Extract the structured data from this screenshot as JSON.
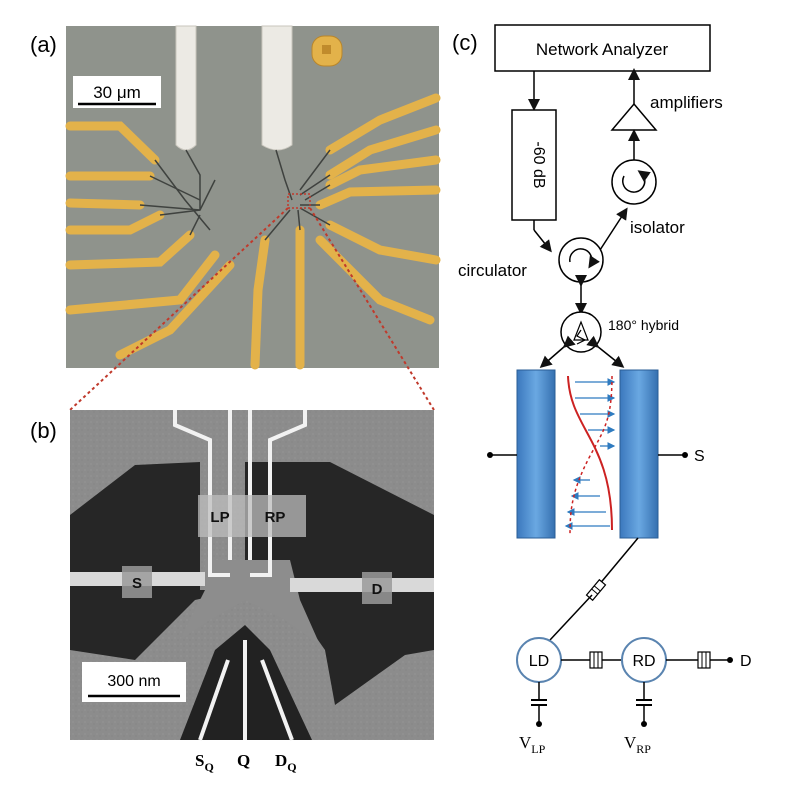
{
  "panels": {
    "a": {
      "label": "(a)",
      "scale_bar": "30 μm"
    },
    "b": {
      "label": "(b)",
      "scale_bar": "300 nm",
      "gate_labels": {
        "lp": "LP",
        "rp": "RP",
        "s": "S",
        "d": "D"
      },
      "bottom_labels": {
        "sq": "S",
        "sq_sub": "Q",
        "q": "Q",
        "dq": "D",
        "dq_sub": "Q"
      }
    },
    "c": {
      "label": "(c)",
      "network_analyzer": "Network Analyzer",
      "attenuator": "-60 dB",
      "amplifiers": "amplifiers",
      "isolator": "isolator",
      "circulator": "circulator",
      "hybrid": "180° hybrid",
      "resonator_s": "S",
      "ld": "LD",
      "rd": "RD",
      "d_terminal": "D",
      "vlp": "V",
      "vlp_sub": "LP",
      "vrp": "V",
      "vrp_sub": "RP"
    }
  },
  "colors": {
    "gold": "#e3b24a",
    "substrate_a": "#8f938c",
    "sem_dark": "#2a2a2a",
    "sem_light": "#8a8a8a",
    "resonator_blue": "#4f8fd0",
    "dot_outline": "#5a84b0",
    "field_red": "#cc2222",
    "zoom_red": "#c0392b"
  }
}
